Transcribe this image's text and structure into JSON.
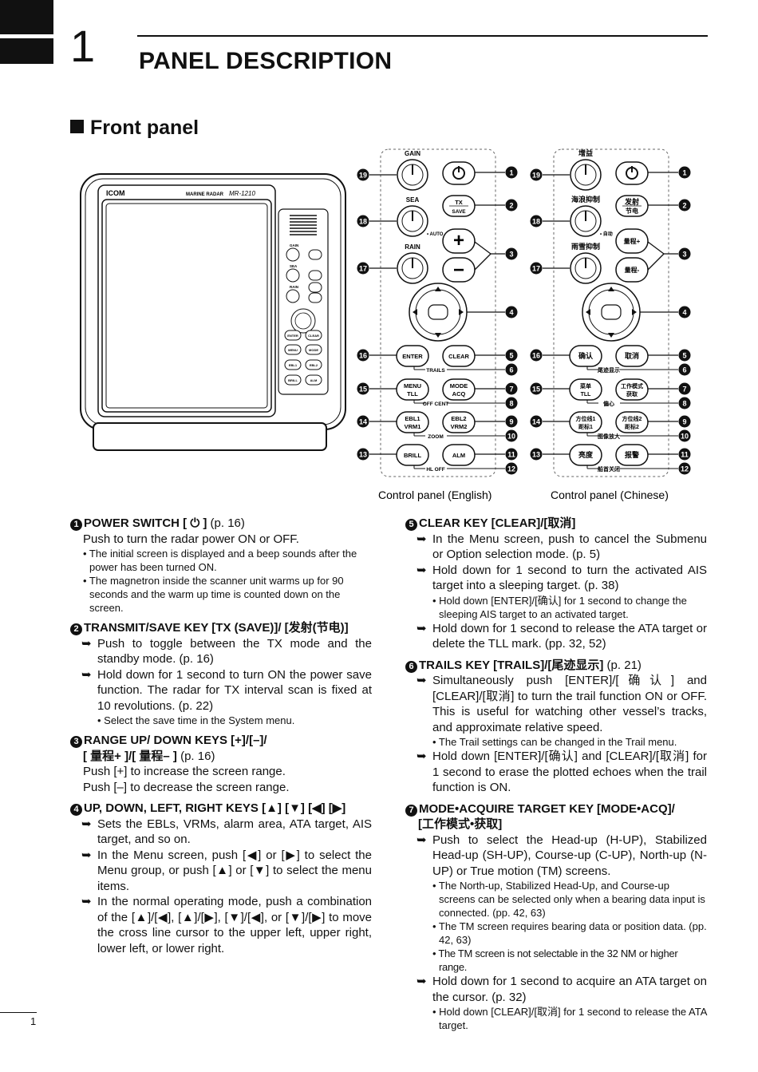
{
  "header": {
    "chapter": "1",
    "title": "PANEL DESCRIPTION"
  },
  "section": {
    "title": "Front panel"
  },
  "radar": {
    "brand": "ICOM",
    "model_label": "MARINE RADAR",
    "model": "MR-1210",
    "knobs": [
      "GAIN",
      "SEA",
      "RAIN"
    ],
    "keys": [
      "ENTER",
      "CLEAR",
      "MENU",
      "MODE",
      "EBL1",
      "EBL2",
      "BRILL",
      "ALM"
    ]
  },
  "panel_en": {
    "caption": "Control panel (English)",
    "gain": "GAIN",
    "sea": "SEA",
    "auto": "• AUTO",
    "rain": "RAIN",
    "tx": "TX",
    "save": "SAVE",
    "plus": "+",
    "minus": "−",
    "enter": "ENTER",
    "clear": "CLEAR",
    "trails": "TRAILS",
    "menu": "MENU",
    "tll": "TLL",
    "mode": "MODE",
    "acq": "ACQ",
    "offcent": "OFF CENT",
    "ebl1": "EBL1",
    "vrm1": "VRM1",
    "ebl2": "EBL2",
    "vrm2": "VRM2",
    "zoom": "ZOOM",
    "brill": "BRILL",
    "alm": "ALM",
    "hloff": "HL OFF"
  },
  "panel_cn": {
    "caption": "Control panel (Chinese)",
    "gain": "增益",
    "sea": "海浪抑制",
    "auto": "• 自动",
    "rain": "雨雪抑制",
    "tx": "发射",
    "save": "节电",
    "up": "量程+",
    "down": "量程-",
    "enter": "确认",
    "clear": "取消",
    "trails": "尾迹显示",
    "menu": "菜单",
    "tll": "TLL",
    "mode": "工作模式",
    "acq": "获取",
    "offcent": "偏心",
    "ebl1": "方位线1",
    "vrm1": "距标1",
    "ebl2": "方位线2",
    "vrm2": "距标2",
    "zoom": "图像放大",
    "brill": "亮度",
    "alm": "报警",
    "hloff": "船首关闭"
  },
  "callouts": [
    "❶",
    "❷",
    "❸",
    "❹",
    "❺",
    "❻",
    "❼",
    "❽",
    "❾",
    "❿",
    "⓫",
    "⓬",
    "⓭",
    "⓮",
    "⓯",
    "⓰",
    "⓱",
    "⓲",
    "⓳"
  ],
  "items": {
    "i1": {
      "num": "1",
      "title": "POWER SWITCH [ ⏻ ]",
      "ref": " (p. 16)",
      "p": [
        "Push to turn the radar power ON or OFF."
      ],
      "s": [
        "• The initial screen is displayed and a beep sounds after the power has been turned ON.",
        "• The magnetron inside the scanner unit warms up for 90 seconds and the warm up time is counted down on the screen."
      ]
    },
    "i2": {
      "num": "2",
      "title": "TRANSMIT/SAVE KEY [TX (SAVE)]/ [发射(节电)]",
      "b1": "Push to toggle between the TX mode and the standby mode. (p. 16)",
      "b2": "Hold down for 1 second to turn ON the power save function. The radar for TX interval scan is fixed at 10 revolutions. (p. 22)",
      "s1": "• Select the save time in the System menu."
    },
    "i3": {
      "num": "3",
      "title": "RANGE UP/ DOWN KEYS [+]/[–]/",
      "title2": "[ 量程+ ]/[ 量程– ]",
      "ref": " (p. 16)",
      "p1": "Push [+] to increase the screen range.",
      "p2": "Push [–] to decrease the screen range."
    },
    "i4": {
      "num": "4",
      "title": "UP, DOWN, LEFT, RIGHT KEYS [▲] [▼] [◀] [▶]",
      "b1": "Sets the EBLs, VRMs, alarm area, ATA target, AIS target, and so on.",
      "b2": "In the Menu screen, push [◀] or [▶] to select the Menu group, or push [▲] or [▼] to select the menu items.",
      "b3": "In the normal operating mode, push a combination of the [▲]/[◀], [▲]/[▶], [▼]/[◀], or [▼]/[▶] to move the cross line cursor to the upper left, upper right, lower left, or lower right."
    },
    "i5": {
      "num": "5",
      "title": "CLEAR KEY [CLEAR]/[取消]",
      "b1": "In the Menu screen, push to cancel the Submenu or Option selection mode. (p. 5)",
      "b2": "Hold down for 1 second to turn the activated AIS target into a sleeping target. (p. 38)",
      "s1": "• Hold down [ENTER]/[确认] for 1 second to change the sleeping AIS target to an activated target.",
      "b3": "Hold down for 1 second to release the ATA target or delete the TLL mark. (pp. 32, 52)"
    },
    "i6": {
      "num": "6",
      "title": "TRAILS KEY [TRAILS]/[尾迹显示]",
      "ref": " (p. 21)",
      "b1": "Simultaneously push [ENTER]/[确认] and [CLEAR]/[取消] to turn the trail function ON or OFF. This is useful for watching other vessel’s tracks, and approximate relative speed.",
      "s1": "• The Trail settings can be changed in the Trail menu.",
      "b2": "Hold down [ENTER]/[确认] and [CLEAR]/[取消] for 1 second to erase the plotted echoes when the trail function is ON."
    },
    "i7": {
      "num": "7",
      "title": "MODE•ACQUIRE TARGET KEY [MODE•ACQ]/",
      "title2": "[工作模式•获取]",
      "b1": "Push to select the Head-up (H-UP), Stabilized Head-up (SH-UP), Course-up (C-UP), North-up (N-UP) or True motion (TM) screens.",
      "s1": "• The North-up, Stabilized Head-Up, and Course-up screens can be selected only when a bearing data input is connected. (pp. 42, 63)",
      "s2": "• The TM screen requires bearing data or position data. (pp. 42, 63)",
      "s3": "• The TM screen is not selectable in the 32 NM or higher range.",
      "b2": "Hold down for 1 second to acquire an ATA target on the cursor. (p. 32)",
      "s4": "• Hold down [CLEAR]/[取消] for 1 second to release the ATA target."
    }
  },
  "bullet_arrow": "➥",
  "page_number": "1"
}
